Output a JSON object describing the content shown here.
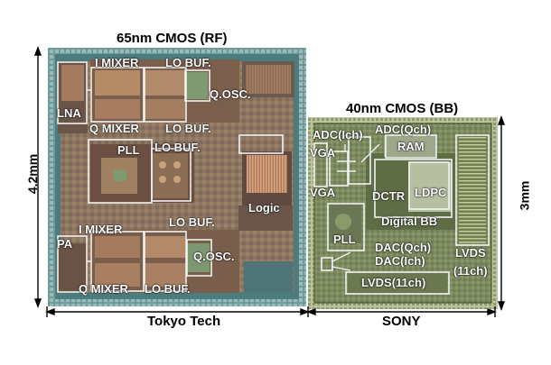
{
  "chip_rf": {
    "title": "65nm CMOS (RF)",
    "height_label": "4.2mm",
    "width_label": "Tokyo Tech",
    "blocks": {
      "lna": "LNA",
      "i_mixer_top": "I MIXER",
      "lo_buf_top1": "LO BUF.",
      "q_osc_top": "Q.OSC.",
      "q_mixer_top": "Q MIXER",
      "lo_buf_top2": "LO BUF.",
      "pll": "PLL",
      "lo_buf_mid": "LO BUF.",
      "logic": "Logic",
      "i_mixer_bottom": "I MIXER",
      "lo_buf_bottom1": "LO BUF.",
      "pa": "PA",
      "q_osc_bottom": "Q.OSC.",
      "q_mixer_bottom": "Q MIXER",
      "lo_buf_bottom2": "LO BUF."
    }
  },
  "chip_bb": {
    "title": "40nm CMOS (BB)",
    "height_label": "3mm",
    "width_label": "SONY",
    "blocks": {
      "adc_ich": "ADC(Ich)",
      "adc_qch": "ADC(Qch)",
      "vga_top": "VGA",
      "ram": "RAM",
      "vga_bottom": "VGA",
      "dctr": "DCTR",
      "ldpc": "LDPC",
      "digital_bb": "Digital BB",
      "pll": "PLL",
      "dac_qch": "DAC(Qch)",
      "dac_ich": "DAC(Ich)",
      "lvds_right_1": "LVDS",
      "lvds_right_2": "(11ch)",
      "lvds_bottom": "LVDS(11ch)"
    }
  },
  "colors": {
    "rf_die": "#8c7a6a",
    "rf_frame": "#5f8d8e",
    "bb_die": "#7d8a62",
    "bb_frame": "#c8d0a8",
    "outline": "#f2f2f2",
    "annotation": "#ffffff"
  }
}
